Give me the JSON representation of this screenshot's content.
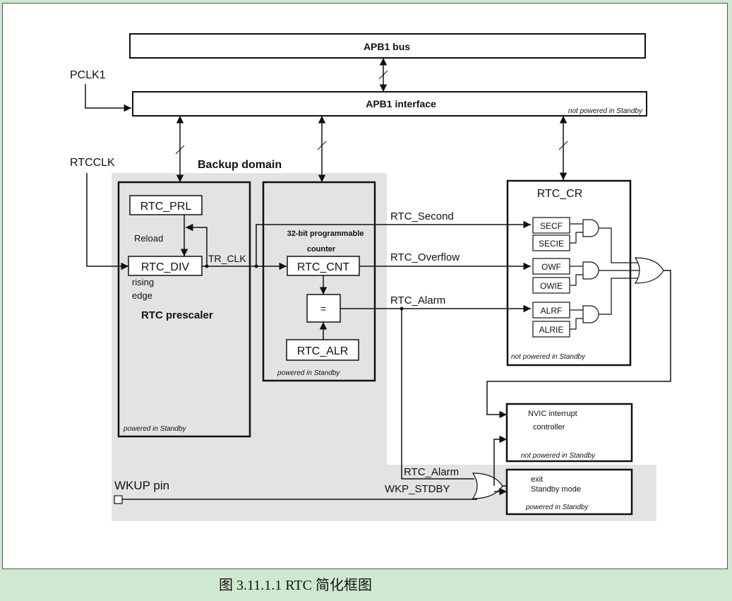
{
  "diagram": {
    "apb1_bus": "APB1 bus",
    "apb1_interface": "APB1 interface",
    "not_powered_standby_apb": "not powered in Standby",
    "pclk1": "PCLK1",
    "rtcclk": "RTCCLK",
    "backup_domain": "Backup domain",
    "prescaler": {
      "rtc_prl": "RTC_PRL",
      "reload": "Reload",
      "rtc_div": "RTC_DIV",
      "rising": "rising",
      "edge": "edge",
      "title": "RTC prescaler",
      "powered": "powered in Standby"
    },
    "tr_clk": "TR_CLK",
    "counter": {
      "title_line1": "32-bit programmable",
      "title_line2": "counter",
      "rtc_cnt": "RTC_CNT",
      "equals": "=",
      "rtc_alr": "RTC_ALR",
      "powered": "powered in Standby"
    },
    "signals": {
      "rtc_second": "RTC_Second",
      "rtc_overflow": "RTC_Overflow",
      "rtc_alarm": "RTC_Alarm",
      "rtc_alarm2": "RTC_Alarm",
      "wkp_stdby": "WKP_STDBY"
    },
    "rtc_cr": {
      "title": "RTC_CR",
      "secf": "SECF",
      "secie": "SECIE",
      "owf": "OWF",
      "owie": "OWIE",
      "alrf": "ALRF",
      "alrie": "ALRIE",
      "not_powered": "not powered in Standby"
    },
    "nvic": {
      "line1": "NVIC interrupt",
      "line2": "controller",
      "not_powered": "not powered in Standby"
    },
    "exit": {
      "line1": "exit",
      "line2": "Standby mode",
      "powered": "powered in Standby"
    },
    "wkup_pin": "WKUP pin"
  },
  "caption": "图 3.11.1.1 RTC 简化框图",
  "colors": {
    "page_bg": "#cfe9d0",
    "backup_domain_shade": "#e3e3e3",
    "line": "#111111"
  }
}
